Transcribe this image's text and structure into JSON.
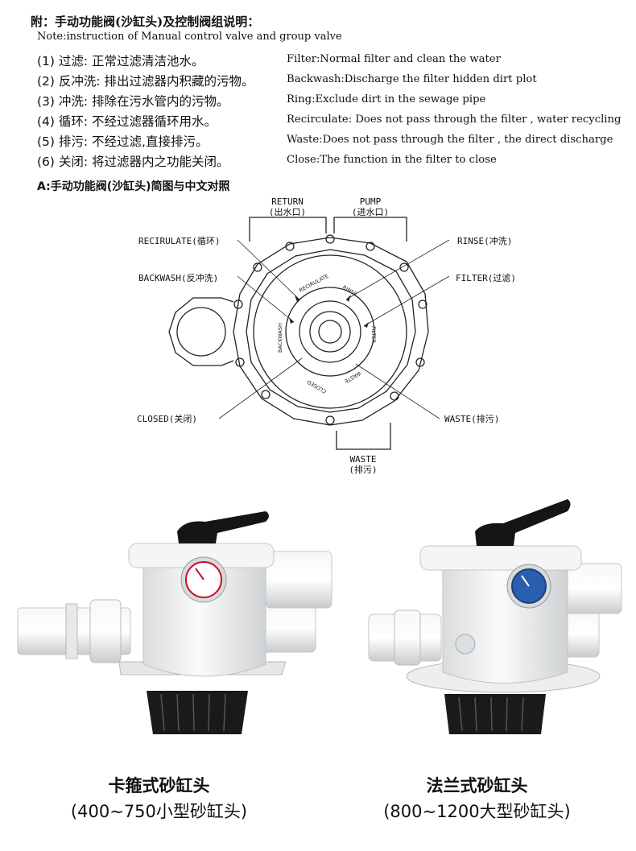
{
  "header": {
    "title_cn": "附：手动功能阀(沙缸头)及控制阀组说明：",
    "title_en": "Note:instruction of Manual control valve and group valve"
  },
  "items": [
    {
      "cn": "(1) 过滤: 正常过滤清洁池水。",
      "en": "Filter:Normal filter and clean the water"
    },
    {
      "cn": "(2) 反冲洗: 排出过滤器内积藏的污物。",
      "en": "Backwash:Discharge the filter hidden dirt plot"
    },
    {
      "cn": "(3) 冲洗: 排除在污水管内的污物。",
      "en": "Ring:Exclude dirt in the sewage pipe"
    },
    {
      "cn": "(4) 循环: 不经过滤器循环用水。",
      "en": "Recirculate: Does not pass through the filter , water recycling"
    },
    {
      "cn": "(5) 排污: 不经过滤,直接排污。",
      "en": "Waste:Does not pass through the filter , the direct discharge"
    },
    {
      "cn": "(6) 关闭: 将过滤器内之功能关闭。",
      "en": "Close:The function in the filter to close"
    }
  ],
  "diagram": {
    "title": "A:手动功能阀(沙缸头)简图与中文对照",
    "return_en": "RETURN",
    "return_cn": "(出水口)",
    "pump_en": "PUMP",
    "pump_cn": "(进水口)",
    "recirculate": "RECIRULATE(循环)",
    "backwash": "BACKWASH(反冲洗)",
    "rinse": "RINSE(冲洗)",
    "filter": "FILTER(过滤)",
    "closed": "CLOSED(关闭)",
    "waste_right": "WASTE(排污)",
    "waste_bottom_en": "WASTE",
    "waste_bottom_cn": "(排污)",
    "ring_recirculate": "RECIRULATE",
    "ring_rinse": "RINSE",
    "ring_filter": "FILTER",
    "ring_waste": "WASTE",
    "ring_closed": "CLOSED",
    "ring_backwash": "BACKWASH"
  },
  "products": [
    {
      "name": "卡箍式砂缸头",
      "range": "(400~750小型砂缸头)"
    },
    {
      "name": "法兰式砂缸头",
      "range": "(800~1200大型砂缸头)"
    }
  ],
  "colors": {
    "valve_body": "#f2f3f4",
    "handle": "#151515",
    "basket": "#1a1a1a",
    "gauge_face": "#ffffff",
    "gauge_rim": "#c8102e",
    "gauge_face_blue": "#2a5fb0"
  }
}
